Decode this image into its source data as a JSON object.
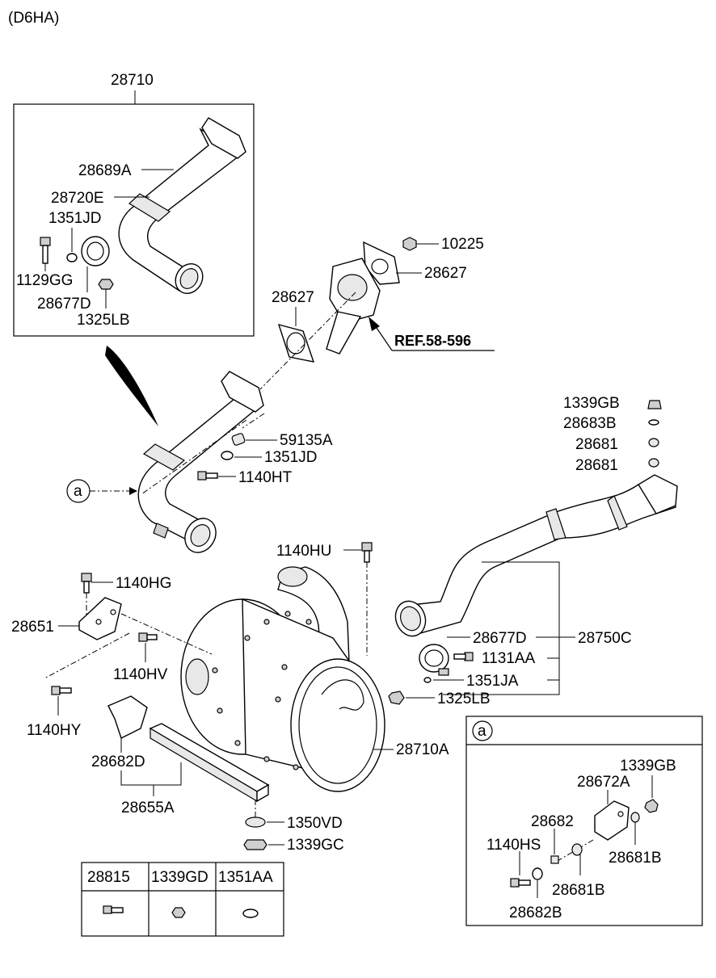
{
  "header": {
    "model": "(D6HA)"
  },
  "callout_marker": "a",
  "reference": "REF.58-596",
  "part_labels": {
    "p28710": "28710",
    "p28689A": "28689A",
    "p28720E": "28720E",
    "p1351JD_top": "1351JD",
    "p1129GG": "1129GG",
    "p28677D_top": "28677D",
    "p1325LB_top": "1325LB",
    "p10225": "10225",
    "p28627_right": "28627",
    "p28627_mid": "28627",
    "p59135A": "59135A",
    "p1351JD_mid": "1351JD",
    "p1140HT": "1140HT",
    "p1339GB_right": "1339GB",
    "p28683B": "28683B",
    "p28681_a": "28681",
    "p28681_b": "28681",
    "p1140HU": "1140HU",
    "p1140HG": "1140HG",
    "p28651": "28651",
    "p1140HV": "1140HV",
    "p1140HY": "1140HY",
    "p28677D_right": "28677D",
    "p28750C": "28750C",
    "p1131AA": "1131AA",
    "p1351JA": "1351JA",
    "p1325LB_right": "1325LB",
    "p28710A": "28710A",
    "p28682D": "28682D",
    "p28655A": "28655A",
    "p1350VD": "1350VD",
    "p1339GC": "1339GC"
  },
  "hardware_table": {
    "headers": [
      "28815",
      "1339GD",
      "1351AA"
    ]
  },
  "detail_a": {
    "marker": "a",
    "labels": {
      "p1339GB": "1339GB",
      "p28672A": "28672A",
      "p28682": "28682",
      "p1140HS": "1140HS",
      "p28681B_right": "28681B",
      "p28681B_bottom": "28681B",
      "p28682B": "28682B"
    }
  }
}
